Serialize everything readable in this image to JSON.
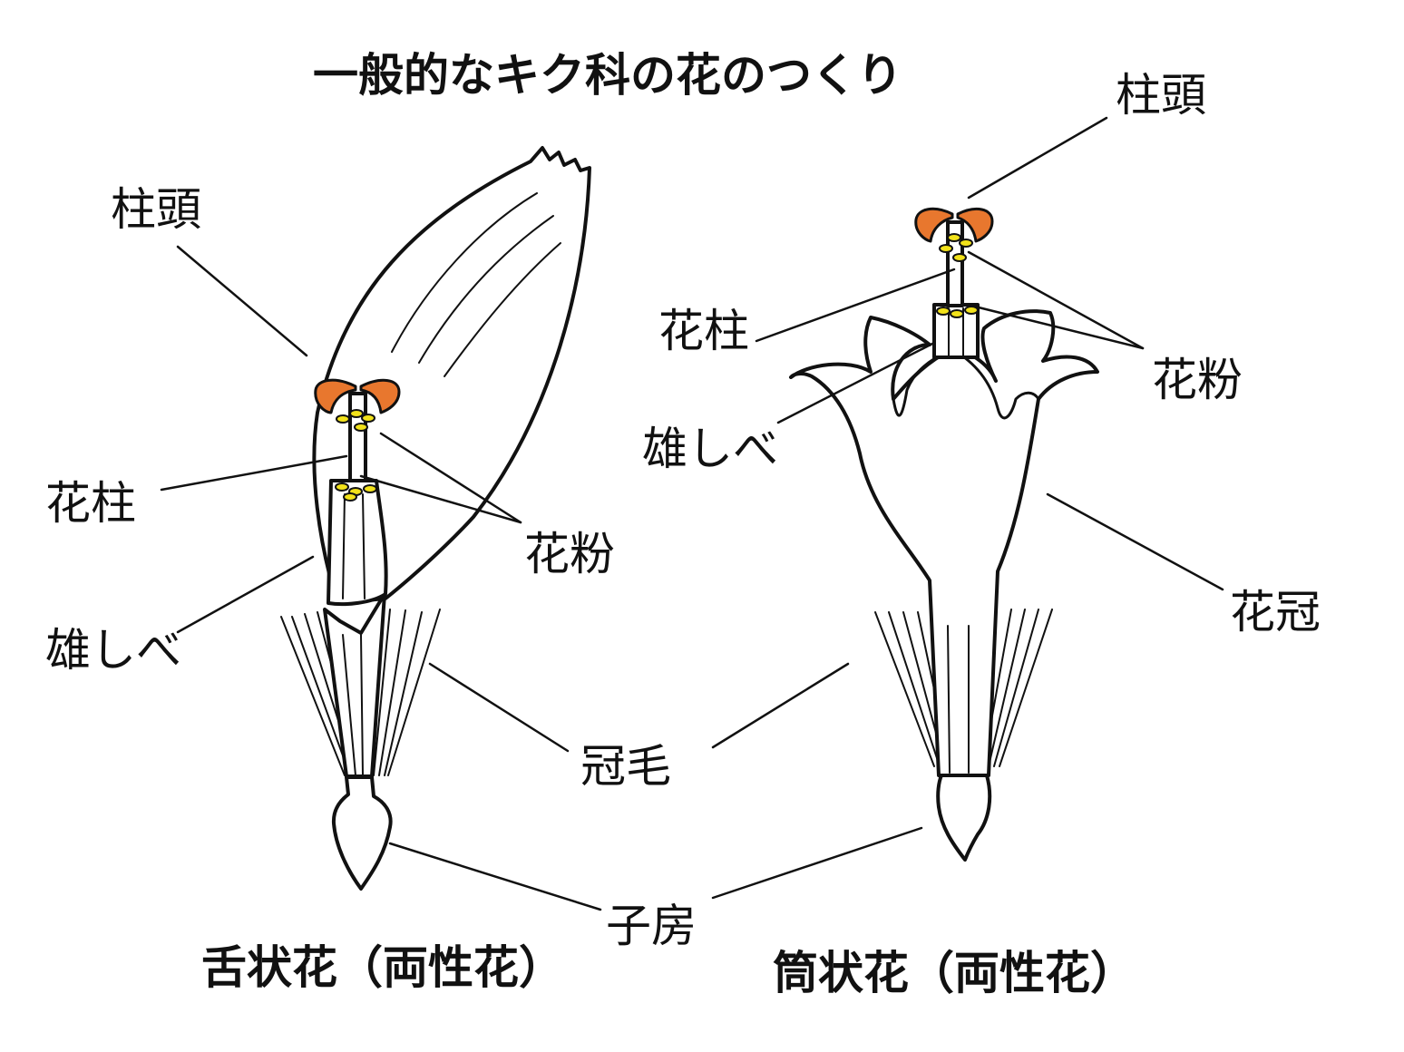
{
  "title": "一般的なキク科の花のつくり",
  "left_flower": {
    "caption": "舌状花（両性花）",
    "labels": {
      "stigma": "柱頭",
      "style": "花柱",
      "stamen": "雄しべ",
      "pollen": "花粉"
    }
  },
  "right_flower": {
    "caption": "筒状花（両性花）",
    "labels": {
      "stigma": "柱頭",
      "style": "花柱",
      "stamen": "雄しべ",
      "pollen": "花粉",
      "corolla": "花冠"
    }
  },
  "shared_labels": {
    "pappus": "冠毛",
    "ovary": "子房"
  },
  "colors": {
    "stigma": "#e8772e",
    "pollen": "#f2e21a",
    "outline": "#111111"
  }
}
